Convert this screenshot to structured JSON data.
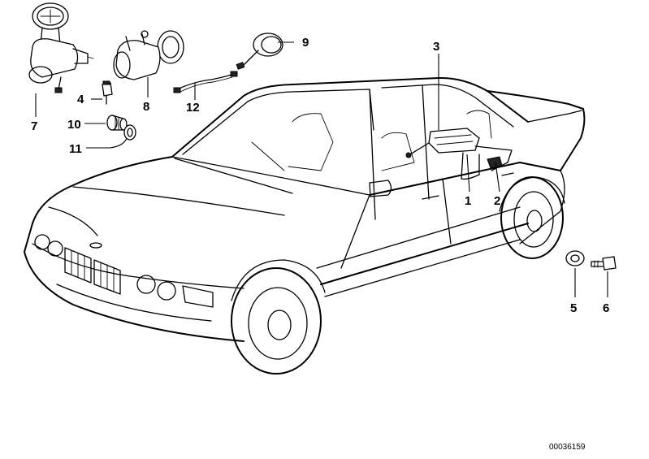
{
  "callouts": {
    "p1": "1",
    "p2": "2",
    "p3": "3",
    "p4": "4",
    "p5": "5",
    "p6": "6",
    "p7": "7",
    "p8": "8",
    "p9": "9",
    "p10": "10",
    "p11": "11",
    "p12": "12"
  },
  "diagram_ref": "00036159"
}
